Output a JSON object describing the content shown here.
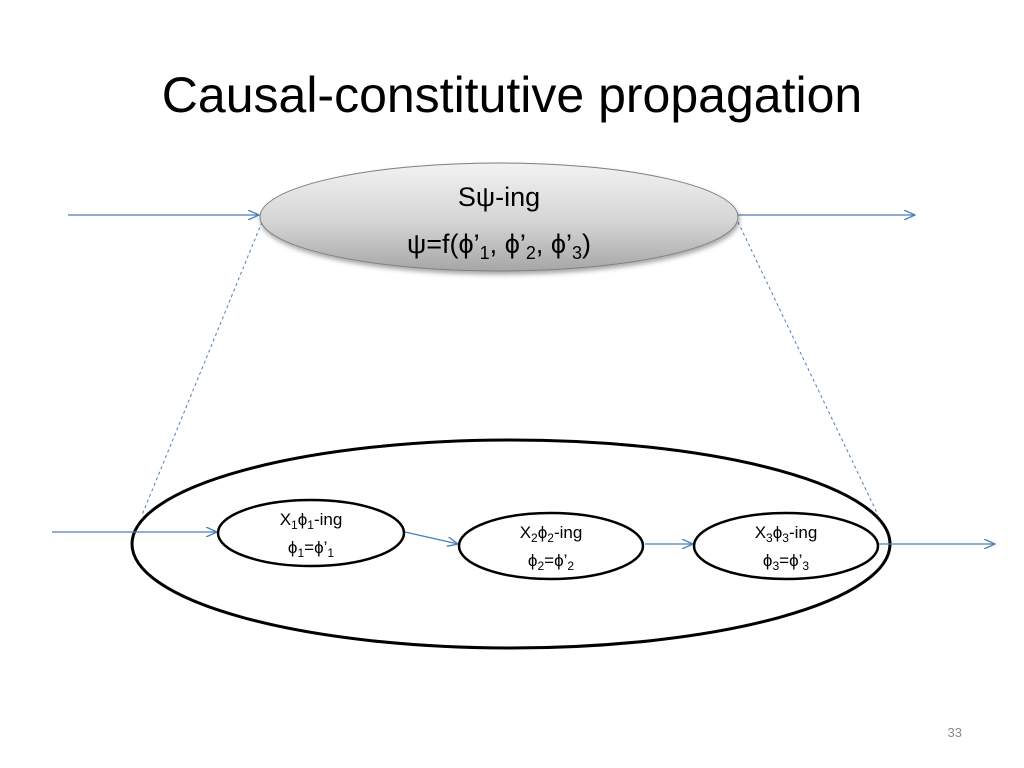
{
  "slide": {
    "title": "Causal-constitutive propagation",
    "number": "33"
  },
  "system": {
    "line1": {
      "pre": "S",
      "greek": "ψ",
      "post": "-ing"
    },
    "line2": {
      "psi": "ψ",
      "eq": "=f(",
      "phi": "ϕ",
      "prime": "’",
      "sep": ", ",
      "close": ")",
      "subs": [
        "1",
        "2",
        "3"
      ]
    }
  },
  "components": [
    {
      "x": "X",
      "sub": "1",
      "phi": "ϕ",
      "ing": "-ing",
      "eq": "=",
      "prime": "’"
    },
    {
      "x": "X",
      "sub": "2",
      "phi": "ϕ",
      "ing": "-ing",
      "eq": "=",
      "prime": "’"
    },
    {
      "x": "X",
      "sub": "3",
      "phi": "ϕ",
      "ing": "-ing",
      "eq": "=",
      "prime": "’"
    }
  ],
  "colors": {
    "arrow": "#4a7ebb",
    "top_ellipse_fill_light": "#f2f2f2",
    "top_ellipse_fill_dark": "#a6a6a6",
    "outline": "#000000",
    "dashed": "#4a7ebb"
  }
}
